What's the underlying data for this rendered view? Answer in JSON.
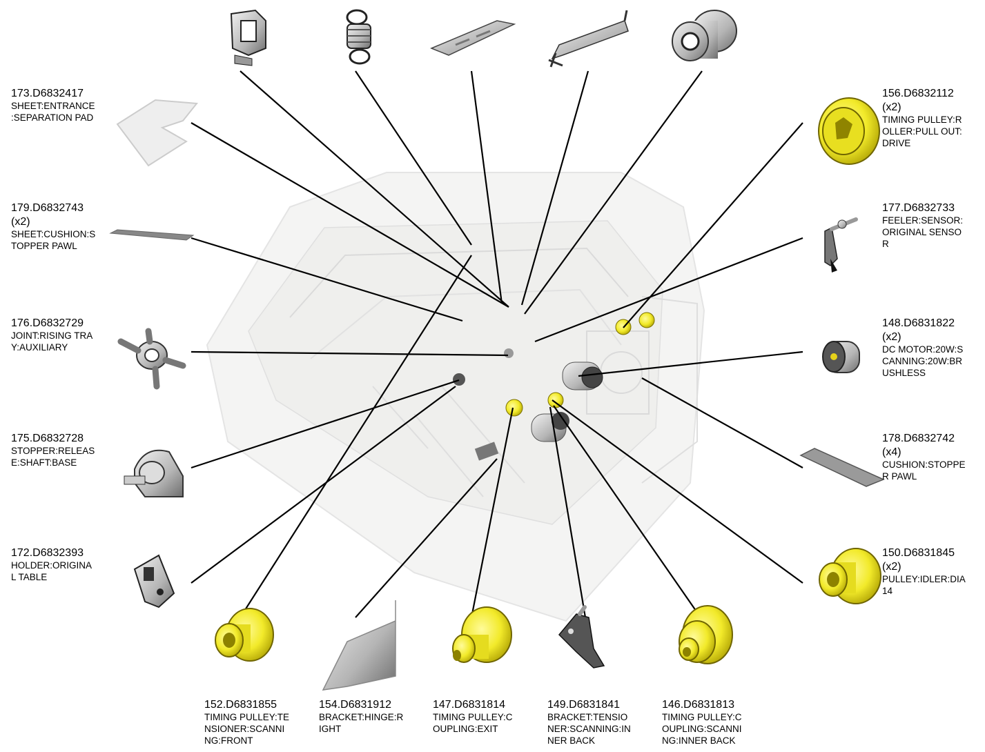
{
  "parts": {
    "p173": {
      "pn": "173.D6832417",
      "qty": "",
      "desc": "SHEET:ENTRANCE\n:SEPARATION PAD"
    },
    "p179": {
      "pn": "179.D6832743",
      "qty": "(x2)",
      "desc": "SHEET:CUSHION:S\nTOPPER PAWL"
    },
    "p176": {
      "pn": "176.D6832729",
      "qty": "",
      "desc": "JOINT:RISING TRA\nY:AUXILIARY"
    },
    "p175": {
      "pn": "175.D6832728",
      "qty": "",
      "desc": "STOPPER:RELEAS\nE:SHAFT:BASE"
    },
    "p172": {
      "pn": "172.D6832393",
      "qty": "",
      "desc": "HOLDER:ORIGINA\nL TABLE"
    },
    "p156": {
      "pn": "156.D6832112",
      "qty": "(x2)",
      "desc": "TIMING PULLEY:R\nOLLER:PULL OUT:\nDRIVE"
    },
    "p177": {
      "pn": "177.D6832733",
      "qty": "",
      "desc": "FEELER:SENSOR:\nORIGINAL SENSO\nR"
    },
    "p148": {
      "pn": "148.D6831822",
      "qty": "(x2)",
      "desc": "DC MOTOR:20W:S\nCANNING:20W:BR\nUSHLESS"
    },
    "p178": {
      "pn": "178.D6832742",
      "qty": "(x4)",
      "desc": "CUSHION:STOPPE\nR PAWL"
    },
    "p150": {
      "pn": "150.D6831845",
      "qty": "(x2)",
      "desc": "PULLEY:IDLER:DIA\n14"
    },
    "p152": {
      "pn": "152.D6831855",
      "qty": "",
      "desc": "TIMING PULLEY:TE\nNSIONER:SCANNI\nNG:FRONT"
    },
    "p154": {
      "pn": "154.D6831912",
      "qty": "",
      "desc": "BRACKET:HINGE:R\nIGHT"
    },
    "p147": {
      "pn": "147.D6831814",
      "qty": "",
      "desc": "TIMING PULLEY:C\nOUPLING:EXIT"
    },
    "p149": {
      "pn": "149.D6831841",
      "qty": "",
      "desc": "BRACKET:TENSIO\nNER:SCANNING:IN\nNER BACK"
    },
    "p146": {
      "pn": "146.D6831813",
      "qty": "",
      "desc": "TIMING PULLEY:C\nOUPLING:SCANNI\nNG:INNER BACK"
    }
  },
  "colors": {
    "part_yellow": "#f2ea2a",
    "part_grey": "#b8b8b8",
    "assembly_ghost": "#dcdcd6",
    "leader_line": "#000000"
  },
  "icons": {
    "top1": "latch-icon",
    "top2": "spring-icon",
    "top3": "hinge-plate-icon",
    "top4": "wire-bracket-icon",
    "top5": "gear-coupling-icon"
  }
}
